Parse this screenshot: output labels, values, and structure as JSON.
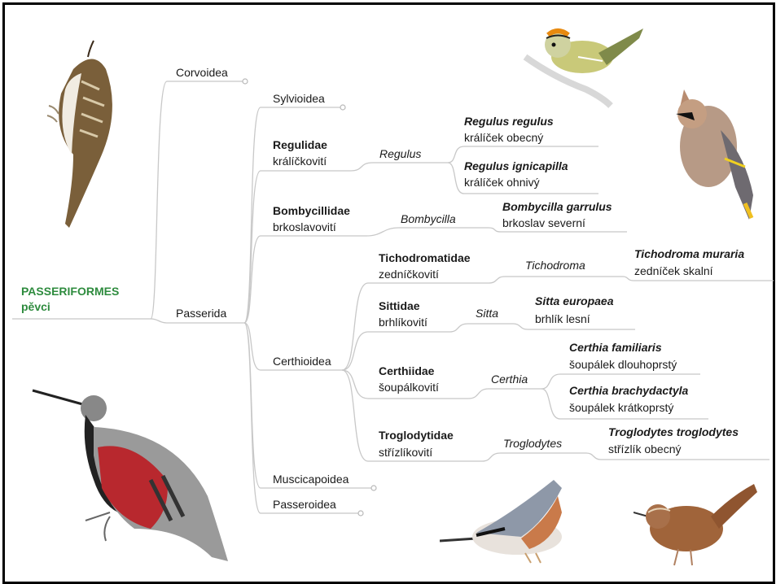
{
  "root": {
    "name": "PASSERIFORMES",
    "common": "pěvci"
  },
  "suborders": [
    "Corvoidea",
    "Passerida"
  ],
  "superfamilies": [
    "Sylvioidea",
    "Certhioidea",
    "Muscicapoidea",
    "Passeroidea"
  ],
  "families": [
    {
      "name": "Regulidae",
      "common": "králíčkovití",
      "genus": "Regulus",
      "species": [
        {
          "name": "Regulus regulus",
          "common": "králíček obecný"
        },
        {
          "name": "Regulus ignicapilla",
          "common": "králíček ohnivý"
        }
      ]
    },
    {
      "name": "Bombycillidae",
      "common": "brkoslavovití",
      "genus": "Bombycilla",
      "species": [
        {
          "name": "Bombycilla garrulus",
          "common": "brkoslav severní"
        }
      ]
    },
    {
      "name": "Tichodromatidae",
      "common": "zedníčkovití",
      "genus": "Tichodroma",
      "species": [
        {
          "name": "Tichodroma muraria",
          "common": "zedníček skalní"
        }
      ]
    },
    {
      "name": "Sittidae",
      "common": "brhlíkovití",
      "genus": "Sitta",
      "species": [
        {
          "name": "Sitta europaea",
          "common": "brhlík lesní"
        }
      ]
    },
    {
      "name": "Certhiidae",
      "common": "šoupálkovití",
      "genus": "Certhia",
      "species": [
        {
          "name": "Certhia familiaris",
          "common": "šoupálek dlouhoprstý"
        },
        {
          "name": "Certhia brachydactyla",
          "common": "šoupálek krátkoprstý"
        }
      ]
    },
    {
      "name": "Troglodytidae",
      "common": "střízlíkovití",
      "genus": "Troglodytes",
      "species": [
        {
          "name": "Troglodytes troglodytes",
          "common": "střízlík obecný"
        }
      ]
    }
  ],
  "colors": {
    "line": "#c8c8c8",
    "root_text": "#2e8b3e",
    "text": "#1a1a1a"
  }
}
